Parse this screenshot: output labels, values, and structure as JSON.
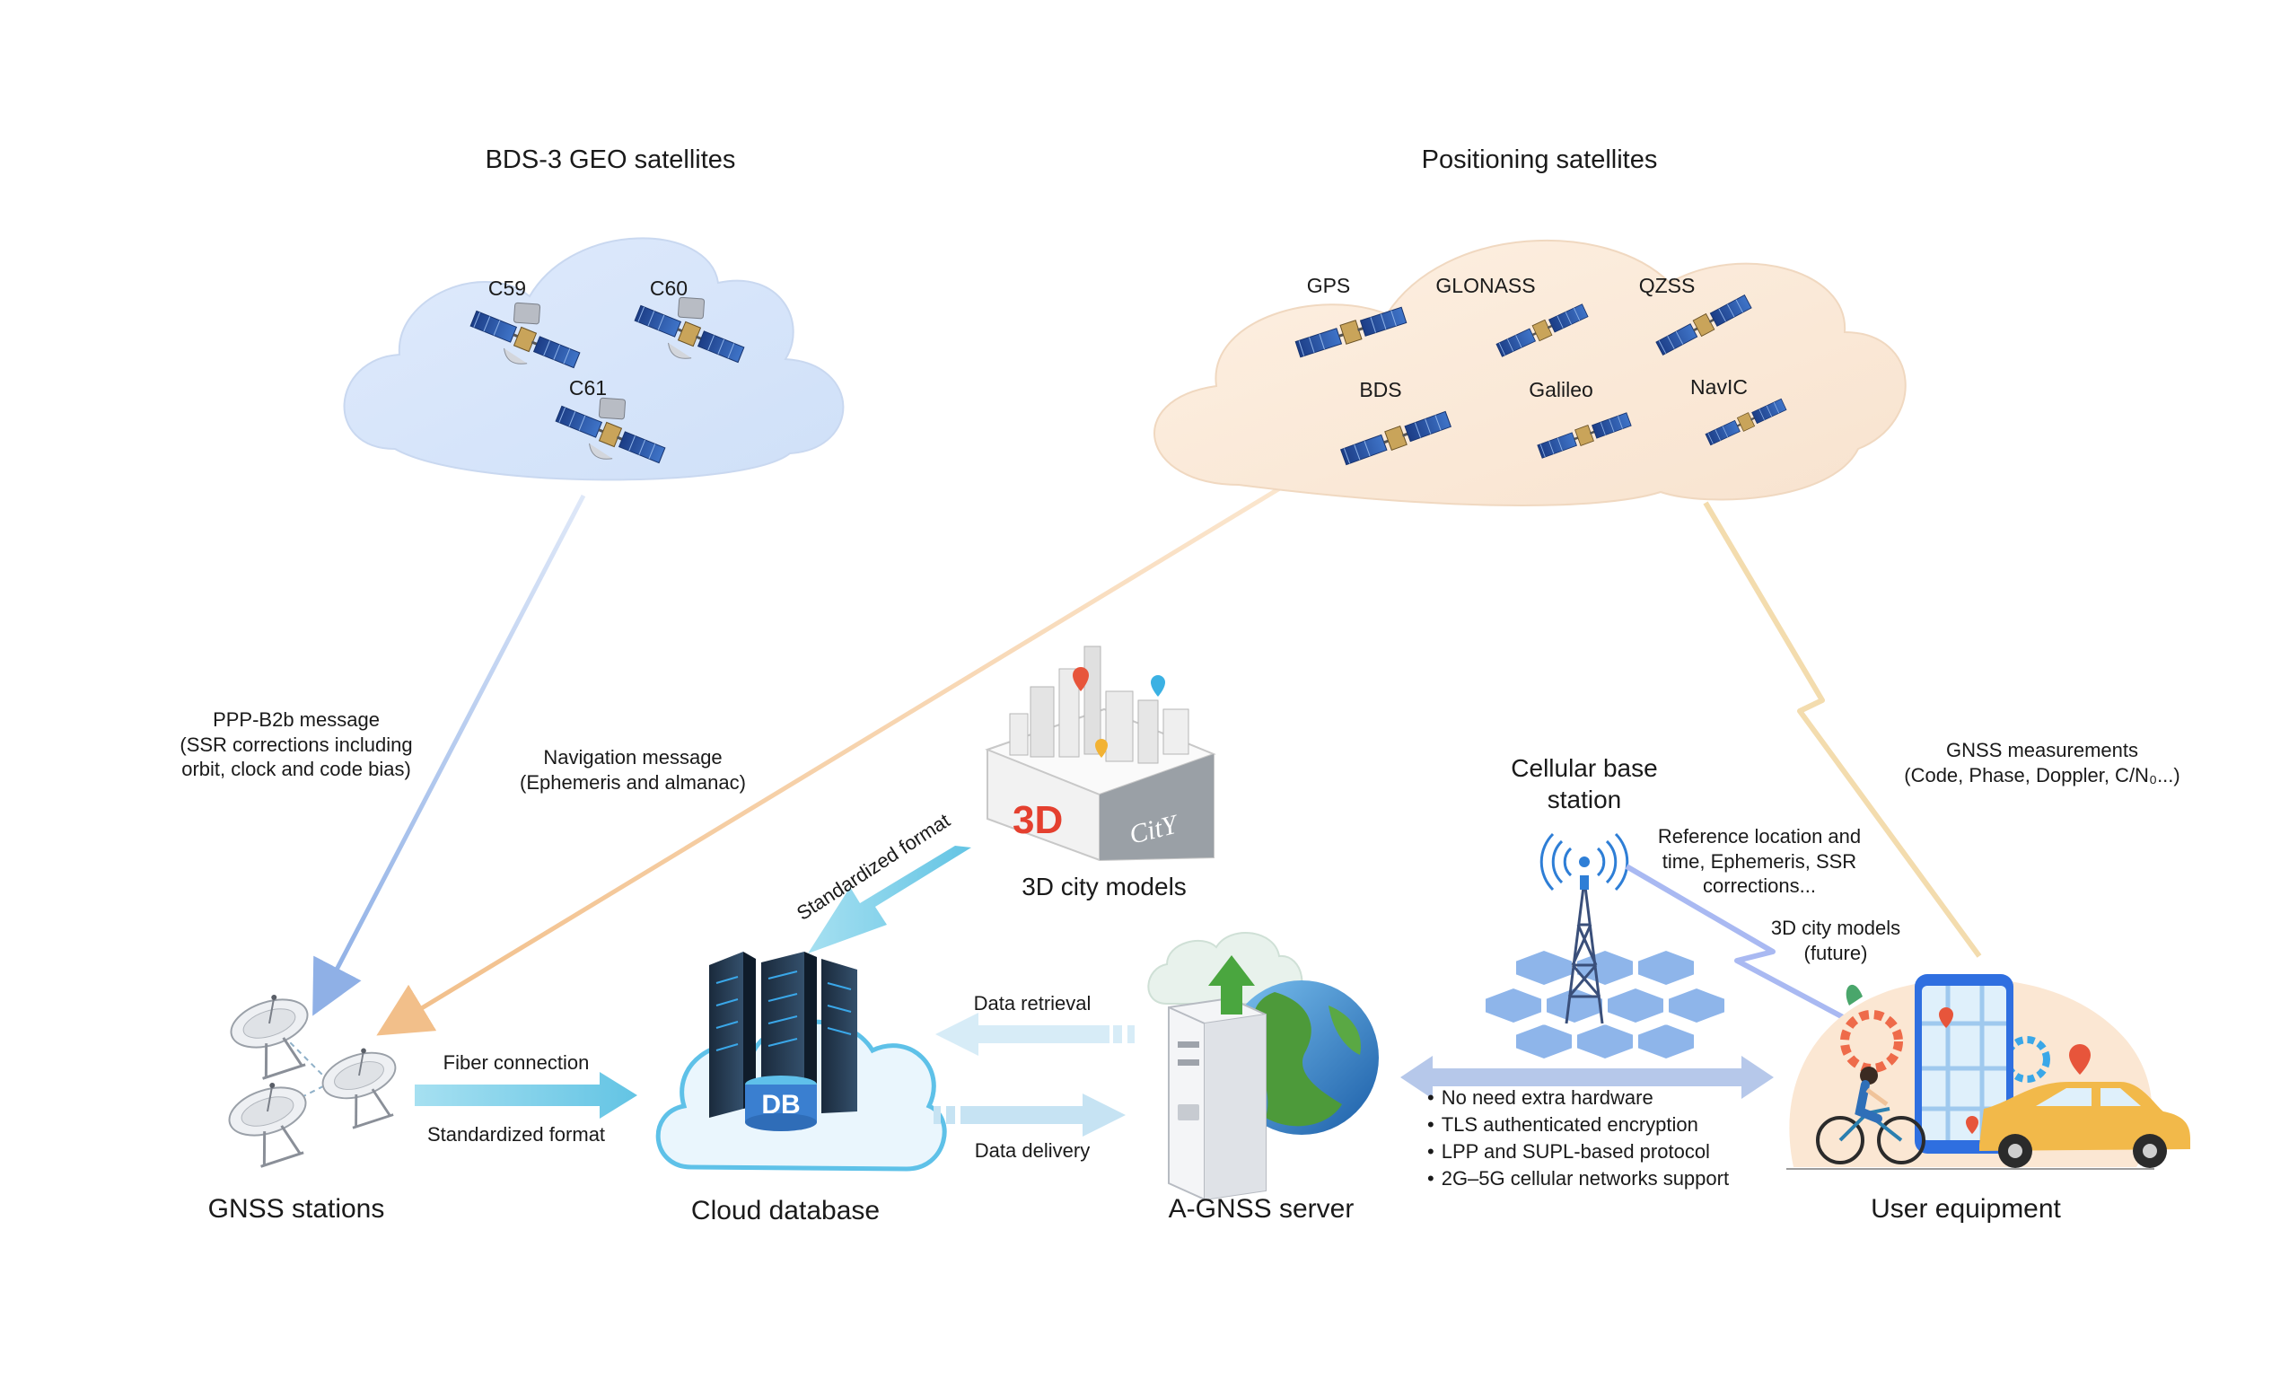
{
  "clouds": {
    "bds_title": "BDS-3 GEO satellites",
    "pos_title": "Positioning satellites",
    "bds_sats": [
      "C59",
      "C60",
      "C61"
    ],
    "pos_sats": [
      "GPS",
      "GLONASS",
      "QZSS",
      "BDS",
      "Galileo",
      "NavIC"
    ]
  },
  "links": {
    "ppp_b2b": [
      "PPP-B2b message",
      "(SSR corrections including",
      "orbit, clock and code bias)"
    ],
    "nav_msg": [
      "Navigation message",
      "(Ephemeris and almanac)"
    ],
    "gnss_meas": [
      "GNSS measurements",
      "(Code, Phase, Doppler, C/N₀...)"
    ],
    "std_format_city": "Standardized format",
    "fiber": "Fiber connection",
    "std_format_fiber": "Standardized format",
    "data_retrieval": "Data retrieval",
    "data_delivery": "Data delivery",
    "reference": [
      "Reference location and",
      "time, Ephemeris, SSR",
      "corrections..."
    ],
    "city_future": [
      "3D city models",
      "(future)"
    ]
  },
  "nodes": {
    "gnss_stations": "GNSS stations",
    "cloud_db": "Cloud database",
    "db_badge": "DB",
    "agnss_server": "A-GNSS server",
    "user_equipment": "User equipment",
    "city_models": "3D city models",
    "city_badge_3d": "3D",
    "city_badge_city": "CitY",
    "cell_station": [
      "Cellular base",
      "station"
    ]
  },
  "features": [
    "No need extra hardware",
    "TLS authenticated encryption",
    "LPP and SUPL-based protocol",
    "2G–5G cellular networks support"
  ],
  "colors": {
    "bds_cloud": "#e4ebfa",
    "pos_cloud": "#fbe9d8",
    "arrow_cyan": "#7fd0e8",
    "arrow_light": "#c6e3f3",
    "server_link": "#b6c8ea",
    "ppp_line": "#a9c2ea",
    "nav_line": "#f4cc9f",
    "meas_line": "#f3dcae",
    "solar_panel": "#2a4f9e",
    "db_blue": "#3a7fd0"
  }
}
